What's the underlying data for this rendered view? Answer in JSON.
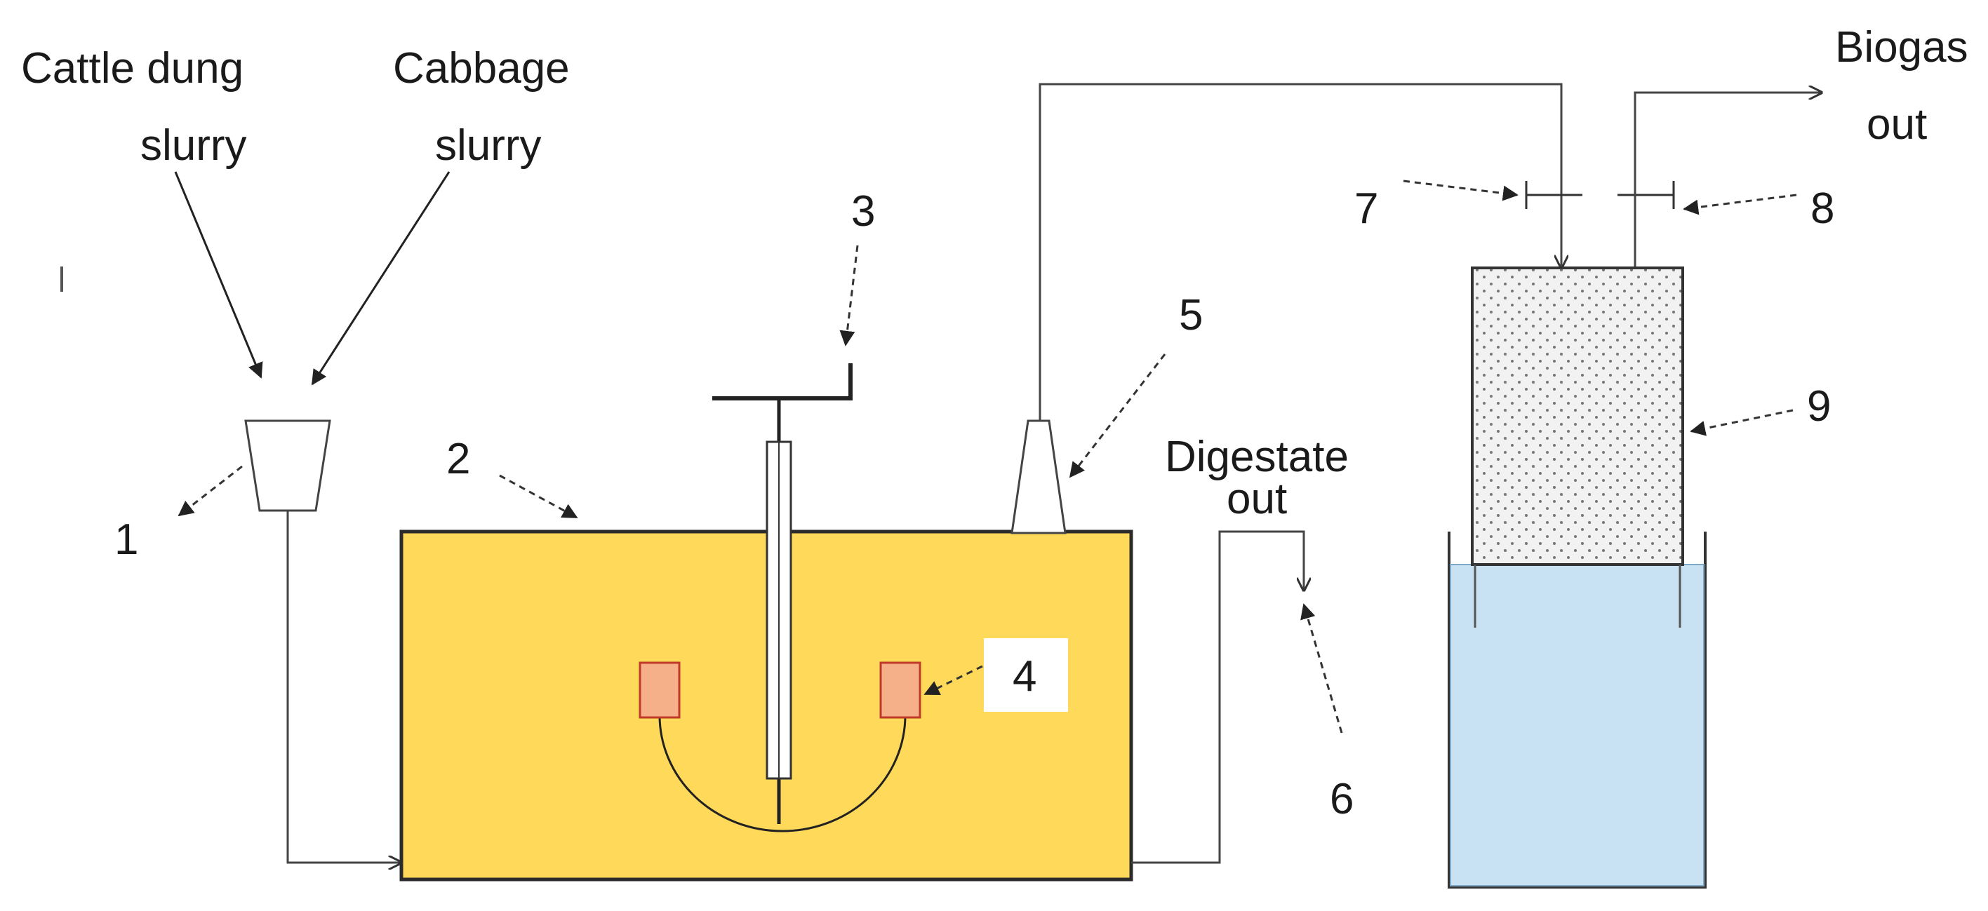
{
  "labels": {
    "cattle_dung_line1": "Cattle dung",
    "cattle_dung_line2": "slurry",
    "cabbage_line1": "Cabbage",
    "cabbage_line2": "slurry",
    "biogas_line1": "Biogas",
    "biogas_line2": "out",
    "digestate_line1": "Digestate",
    "digestate_line2": "out"
  },
  "callouts": [
    "1",
    "2",
    "3",
    "4",
    "5",
    "6",
    "7",
    "8",
    "9"
  ],
  "colors": {
    "digester_fill": "#FFD95A",
    "digester_stroke": "#2b2b2b",
    "heater_fill": "#F5B08A",
    "heater_stroke": "#C0392B",
    "water_fill": "#C9E2F3",
    "gas_holder_fill": "#ECECEC",
    "line": "#333333"
  }
}
